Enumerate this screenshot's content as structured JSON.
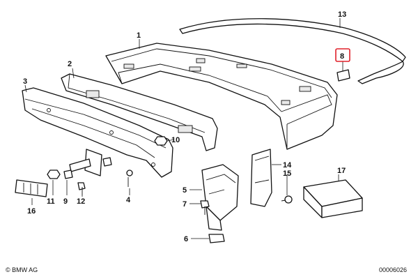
{
  "callouts": {
    "c1": "1",
    "c2": "2",
    "c3": "3",
    "c4": "4",
    "c5": "5",
    "c6": "6",
    "c7": "7",
    "c8": "8",
    "c9": "9",
    "c10": "10",
    "c11": "11",
    "c12": "12",
    "c13": "13",
    "c14": "14",
    "c15": "15",
    "c16": "16",
    "c17": "17"
  },
  "highlighted_callout": "8",
  "highlight_color": "#e0202a",
  "footer": {
    "brand": "© BMW AG",
    "code": "00006026"
  }
}
